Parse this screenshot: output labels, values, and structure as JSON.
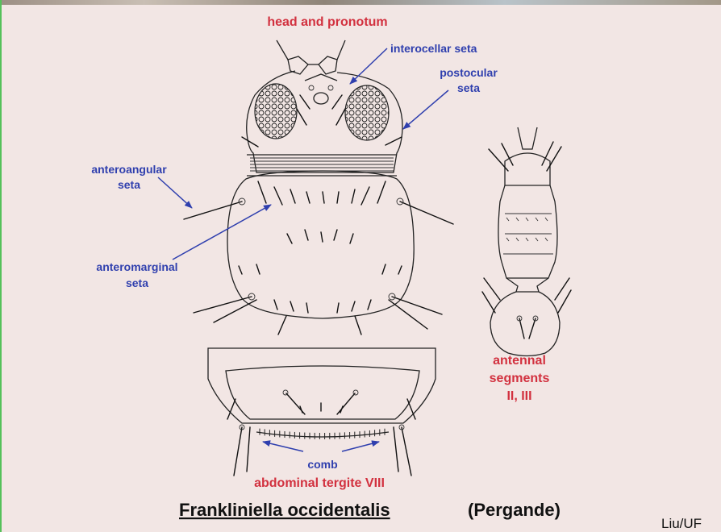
{
  "labels": {
    "head_and_pronotum": "head and pronotum",
    "interocellar_seta": "interocellar seta",
    "postocular_seta_1": "postocular",
    "postocular_seta_2": "seta",
    "anteroangular_seta_1": "anteroangular",
    "anteroangular_seta_2": "seta",
    "anteromarginal_seta_1": "anteromarginal",
    "anteromarginal_seta_2": "seta",
    "antennal_segments_1": "antennal",
    "antennal_segments_2": "segments",
    "antennal_segments_3": "II, III",
    "comb": "comb",
    "abdominal_tergite": "abdominal tergite VIII"
  },
  "title": {
    "species": "Frankliniella occidentalis",
    "author": "(Pergande)"
  },
  "credit": "Liu/UF",
  "colors": {
    "background": "#f2e6e4",
    "label_red": "#d2313f",
    "label_blue": "#2f3fae",
    "ink": "#222222"
  }
}
